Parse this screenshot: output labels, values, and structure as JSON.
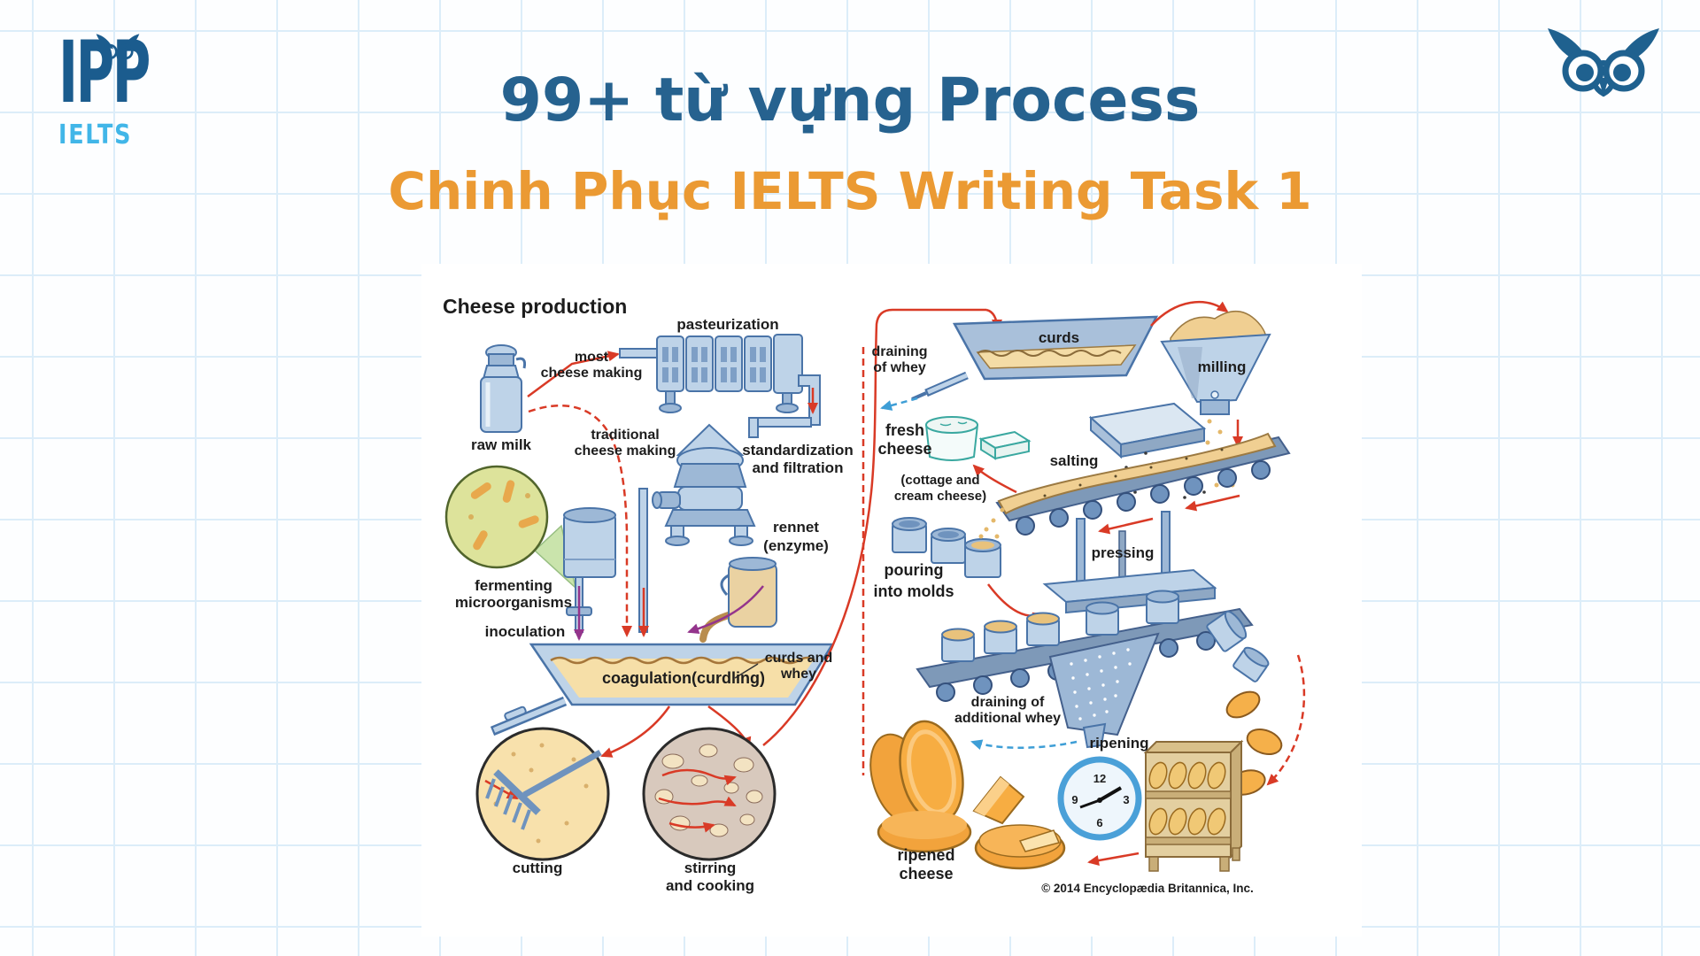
{
  "header": {
    "logo_text": "IPP",
    "logo_sub": "IELTS",
    "title": "99+ từ vựng Process",
    "subtitle": "Chinh Phục IELTS Writing Task 1"
  },
  "colors": {
    "title_blue": "#26628f",
    "accent_orange": "#eb9a33",
    "logo_blue": "#1b5c8e",
    "logo_light_blue": "#41b6e8",
    "diagram_red": "#d93a26",
    "diagram_steel": "#bed3e8",
    "diagram_outline": "#4a74a8",
    "grid_blue": "#dcedf9"
  },
  "diagram": {
    "title": "Cheese production",
    "copyright": "© 2014 Encyclopædia Britannica, Inc.",
    "labels": {
      "raw_milk": "raw milk",
      "most_1": "most",
      "most_2": "cheese making",
      "traditional_1": "traditional",
      "traditional_2": "cheese making",
      "pasteurization": "pasteurization",
      "standardization_1": "standardization",
      "standardization_2": "and filtration",
      "fermenting_1": "fermenting",
      "fermenting_2": "microorganisms",
      "inoculation": "inoculation",
      "rennet_1": "rennet",
      "rennet_2": "(enzyme)",
      "coagulation": "coagulation(curdling)",
      "curds_whey_1": "curds and",
      "curds_whey_2": "whey",
      "cutting": "cutting",
      "stirring_1": "stirring",
      "stirring_2": "and cooking",
      "draining_whey_1": "draining",
      "draining_whey_2": "of whey",
      "curds": "curds",
      "milling": "milling",
      "fresh_cheese_1": "fresh",
      "fresh_cheese_2": "cheese",
      "cottage_1": "(cottage and",
      "cottage_2": "cream cheese)",
      "salting": "salting",
      "pouring_1": "pouring",
      "pouring_2": "into molds",
      "pressing": "pressing",
      "draining_additional_1": "draining of",
      "draining_additional_2": "additional whey",
      "ripening": "ripening",
      "ripened_1": "ripened",
      "ripened_2": "cheese",
      "clock_12": "12",
      "clock_3": "3",
      "clock_6": "6",
      "clock_9": "9"
    }
  }
}
